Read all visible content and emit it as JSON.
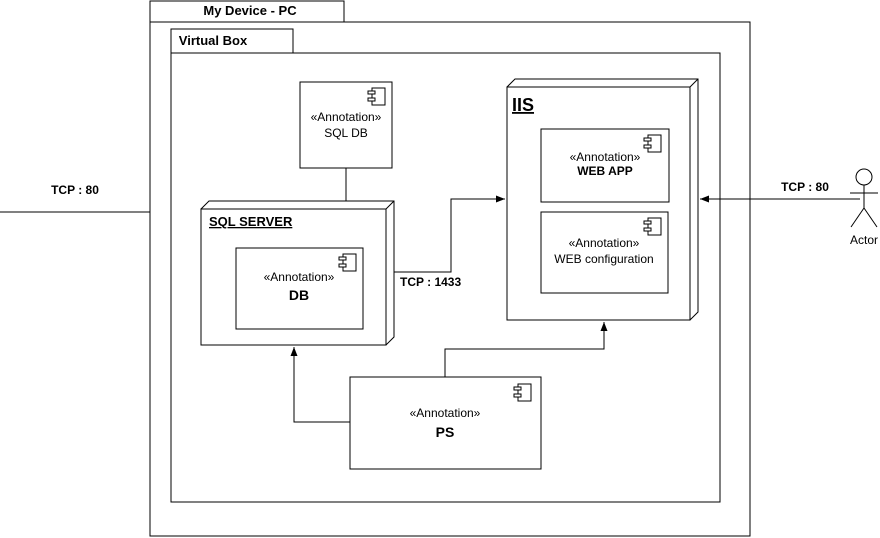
{
  "frames": {
    "device_tab": "My Device - PC",
    "vbox_tab": "Virtual Box"
  },
  "components": {
    "sqldb": {
      "stereotype": "«Annotation»",
      "name": "SQL DB"
    },
    "db": {
      "stereotype": "«Annotation»",
      "name": "DB"
    },
    "webapp": {
      "stereotype": "«Annotation»",
      "name": "WEB APP"
    },
    "webconfig": {
      "stereotype": "«Annotation»",
      "name": "WEB configuration"
    },
    "ps": {
      "stereotype": "«Annotation»",
      "name": "PS"
    }
  },
  "nodes": {
    "sqlserver": "SQL SERVER",
    "iis": "IIS"
  },
  "edges": {
    "left_tcp": "TCP : 80",
    "sql_tcp": "TCP : 1433",
    "actor_tcp": "TCP : 80"
  },
  "actor": {
    "label": "Actor"
  }
}
